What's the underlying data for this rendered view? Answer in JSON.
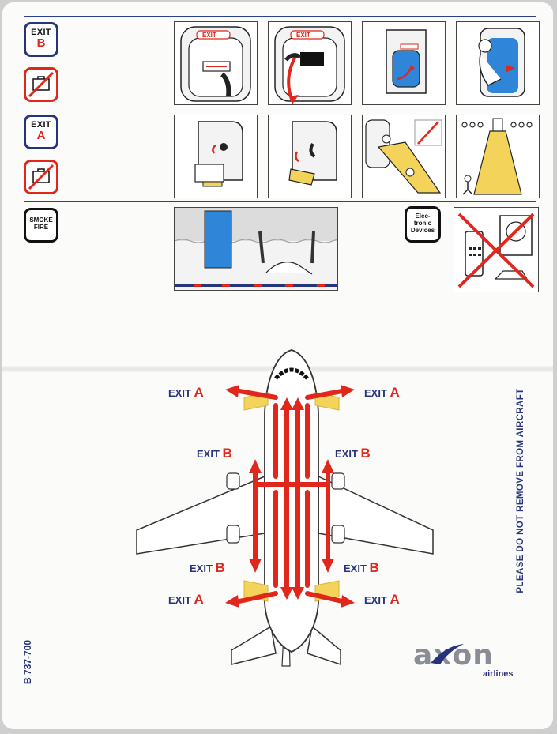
{
  "badges": {
    "exit_b": {
      "word": "EXIT",
      "letter": "B"
    },
    "exit_a": {
      "word": "EXIT",
      "letter": "A"
    },
    "smoke": {
      "line1": "SMOKE",
      "line2": "FIRE"
    },
    "electronic": {
      "line1": "Elec-",
      "line2": "tronic",
      "line3": "Devices"
    }
  },
  "panel_signs": {
    "exit": "EXIT"
  },
  "diagram": {
    "exit_word": "EXIT",
    "labels": [
      {
        "id": "front-left",
        "letter": "A"
      },
      {
        "id": "front-right",
        "letter": "A"
      },
      {
        "id": "wing-front-left",
        "letter": "B"
      },
      {
        "id": "wing-front-right",
        "letter": "B"
      },
      {
        "id": "wing-rear-left",
        "letter": "B"
      },
      {
        "id": "wing-rear-right",
        "letter": "B"
      },
      {
        "id": "rear-left",
        "letter": "A"
      },
      {
        "id": "rear-right",
        "letter": "A"
      }
    ]
  },
  "notice": "PLEASE DO NOT REMOVE FROM AIRCRAFT",
  "aircraft_model": "B 737-700",
  "brand": {
    "name": "axon",
    "sub": "airlines"
  },
  "colors": {
    "blue": "#27347d",
    "red": "#e1261c",
    "yellow": "#f3d35a",
    "cabin_blue": "#2f86d8"
  }
}
